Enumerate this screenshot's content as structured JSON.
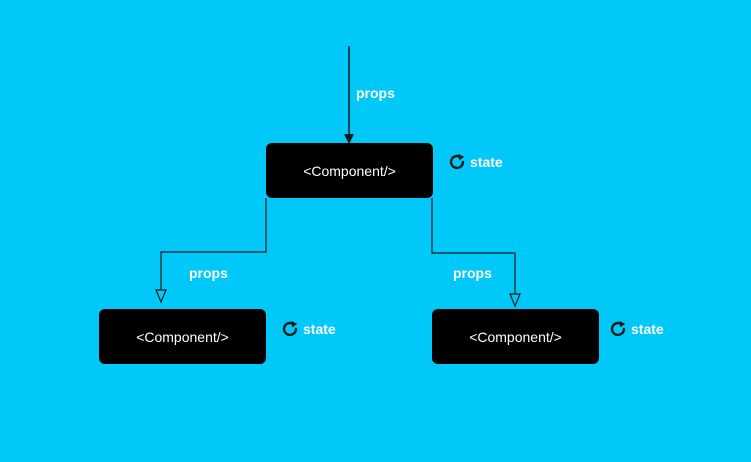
{
  "diagram": {
    "nodes": {
      "root": {
        "label": "<Component/>"
      },
      "left": {
        "label": "<Component/>"
      },
      "right": {
        "label": "<Component/>"
      }
    },
    "edges": {
      "input_props": "props",
      "left_props": "props",
      "right_props": "props"
    },
    "states": {
      "root": "state",
      "left": "state",
      "right": "state"
    },
    "colors": {
      "background": "#00c8f8",
      "node_fill": "#000000",
      "text": "#ffffff",
      "arrow": "#1a1a1a"
    },
    "icon_names": {
      "state": "refresh-icon"
    }
  }
}
